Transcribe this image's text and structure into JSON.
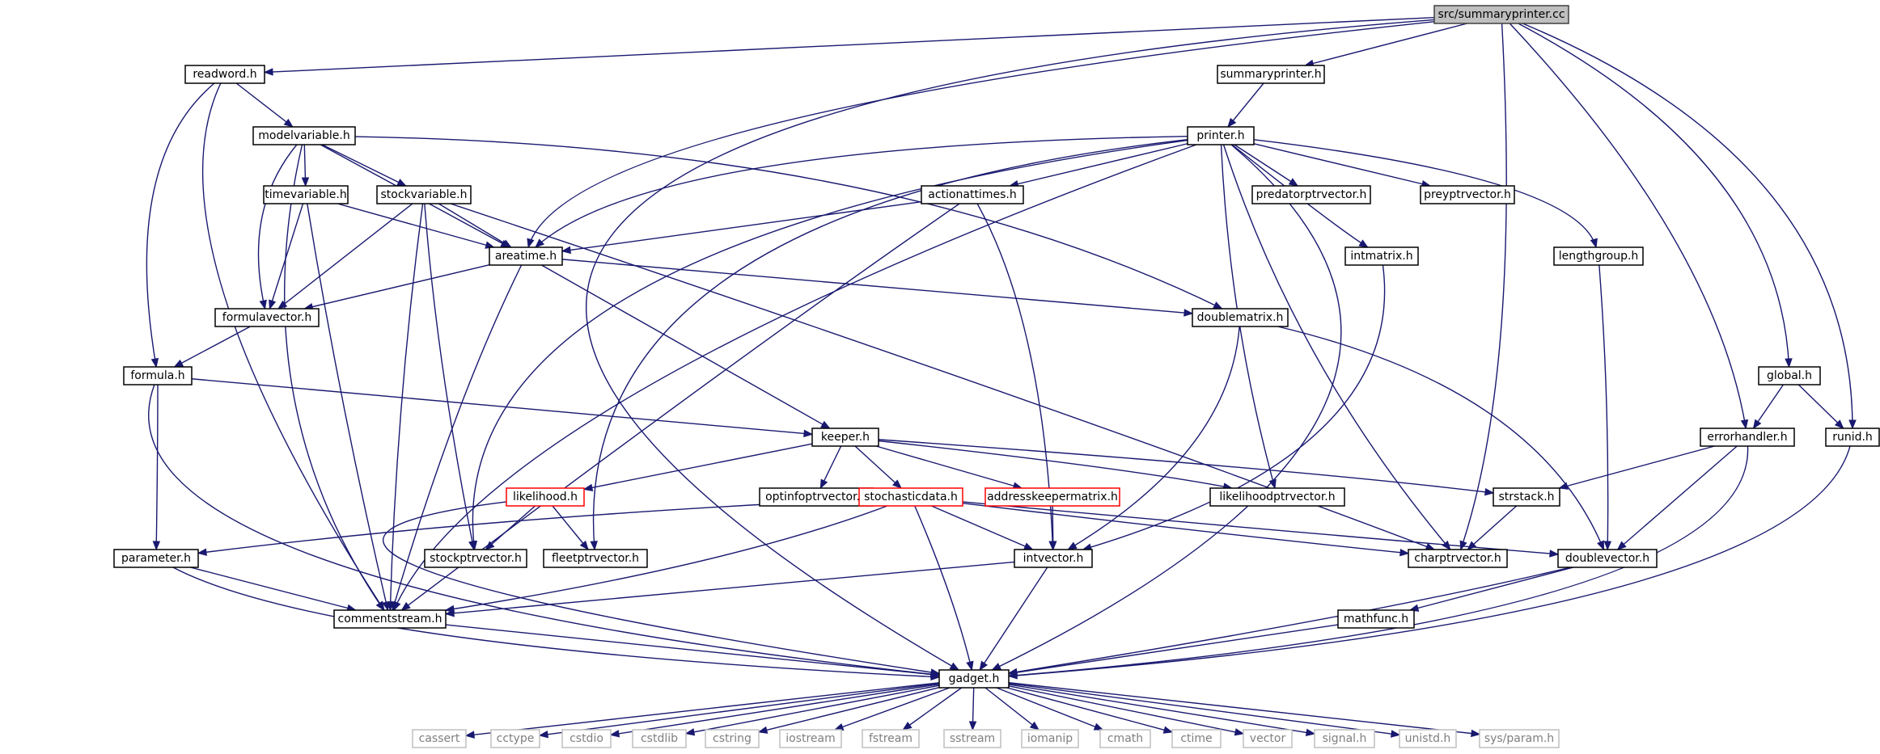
{
  "colors": {
    "edge": "#191970",
    "node_border": "#000000",
    "root_fill": "#bfbfbf",
    "highlight_border": "#ff0000",
    "external_border": "#bfbfbf",
    "external_text": "#7f7f7f"
  },
  "nodes": [
    {
      "id": "summaryprinter_cc",
      "label": "src/summaryprinter.cc",
      "kind": "root"
    },
    {
      "id": "readword",
      "label": "readword.h",
      "kind": "normal"
    },
    {
      "id": "summaryprinter_h",
      "label": "summaryprinter.h",
      "kind": "normal"
    },
    {
      "id": "modelvariable",
      "label": "modelvariable.h",
      "kind": "normal"
    },
    {
      "id": "printer",
      "label": "printer.h",
      "kind": "normal"
    },
    {
      "id": "timevariable",
      "label": "timevariable.h",
      "kind": "normal"
    },
    {
      "id": "stockvariable",
      "label": "stockvariable.h",
      "kind": "normal"
    },
    {
      "id": "actionattimes",
      "label": "actionattimes.h",
      "kind": "normal"
    },
    {
      "id": "predatorptrvector",
      "label": "predatorptrvector.h",
      "kind": "normal"
    },
    {
      "id": "preyptrvector",
      "label": "preyptrvector.h",
      "kind": "normal"
    },
    {
      "id": "areatime",
      "label": "areatime.h",
      "kind": "normal"
    },
    {
      "id": "intmatrix",
      "label": "intmatrix.h",
      "kind": "normal"
    },
    {
      "id": "lengthgroup",
      "label": "lengthgroup.h",
      "kind": "normal"
    },
    {
      "id": "formulavector",
      "label": "formulavector.h",
      "kind": "normal"
    },
    {
      "id": "doublematrix",
      "label": "doublematrix.h",
      "kind": "normal"
    },
    {
      "id": "formula",
      "label": "formula.h",
      "kind": "normal"
    },
    {
      "id": "global",
      "label": "global.h",
      "kind": "normal"
    },
    {
      "id": "keeper",
      "label": "keeper.h",
      "kind": "normal"
    },
    {
      "id": "errorhandler",
      "label": "errorhandler.h",
      "kind": "normal"
    },
    {
      "id": "runid",
      "label": "runid.h",
      "kind": "normal"
    },
    {
      "id": "likelihood",
      "label": "likelihood.h",
      "kind": "red"
    },
    {
      "id": "optinfoptrvector",
      "label": "optinfoptrvector.h",
      "kind": "normal"
    },
    {
      "id": "stochasticdata",
      "label": "stochasticdata.h",
      "kind": "red"
    },
    {
      "id": "addresskeepermatrix",
      "label": "addresskeepermatrix.h",
      "kind": "red"
    },
    {
      "id": "likelihoodptrvector",
      "label": "likelihoodptrvector.h",
      "kind": "normal"
    },
    {
      "id": "strstack",
      "label": "strstack.h",
      "kind": "normal"
    },
    {
      "id": "parameter",
      "label": "parameter.h",
      "kind": "normal"
    },
    {
      "id": "stockptrvector",
      "label": "stockptrvector.h",
      "kind": "normal"
    },
    {
      "id": "fleetptrvector",
      "label": "fleetptrvector.h",
      "kind": "normal"
    },
    {
      "id": "intvector",
      "label": "intvector.h",
      "kind": "normal"
    },
    {
      "id": "charptrvector",
      "label": "charptrvector.h",
      "kind": "normal"
    },
    {
      "id": "doublevector",
      "label": "doublevector.h",
      "kind": "normal"
    },
    {
      "id": "commentstream",
      "label": "commentstream.h",
      "kind": "normal"
    },
    {
      "id": "mathfunc",
      "label": "mathfunc.h",
      "kind": "normal"
    },
    {
      "id": "gadget",
      "label": "gadget.h",
      "kind": "normal"
    },
    {
      "id": "cassert",
      "label": "cassert",
      "kind": "ext"
    },
    {
      "id": "cctype",
      "label": "cctype",
      "kind": "ext"
    },
    {
      "id": "cstdio",
      "label": "cstdio",
      "kind": "ext"
    },
    {
      "id": "cstdlib",
      "label": "cstdlib",
      "kind": "ext"
    },
    {
      "id": "cstring",
      "label": "cstring",
      "kind": "ext"
    },
    {
      "id": "iostream",
      "label": "iostream",
      "kind": "ext"
    },
    {
      "id": "fstream",
      "label": "fstream",
      "kind": "ext"
    },
    {
      "id": "sstream",
      "label": "sstream",
      "kind": "ext"
    },
    {
      "id": "iomanip",
      "label": "iomanip",
      "kind": "ext"
    },
    {
      "id": "cmath",
      "label": "cmath",
      "kind": "ext"
    },
    {
      "id": "ctime",
      "label": "ctime",
      "kind": "ext"
    },
    {
      "id": "vector",
      "label": "vector",
      "kind": "ext"
    },
    {
      "id": "signal",
      "label": "signal.h",
      "kind": "ext"
    },
    {
      "id": "unistd",
      "label": "unistd.h",
      "kind": "ext"
    },
    {
      "id": "sysparam",
      "label": "sys/param.h",
      "kind": "ext"
    }
  ],
  "edges": [
    [
      "summaryprinter_cc",
      "readword"
    ],
    [
      "summaryprinter_cc",
      "summaryprinter_h"
    ],
    [
      "summaryprinter_cc",
      "areatime"
    ],
    [
      "summaryprinter_cc",
      "charptrvector"
    ],
    [
      "summaryprinter_cc",
      "errorhandler"
    ],
    [
      "summaryprinter_cc",
      "global"
    ],
    [
      "summaryprinter_cc",
      "runid"
    ],
    [
      "summaryprinter_cc",
      "gadget"
    ],
    [
      "readword",
      "modelvariable"
    ],
    [
      "readword",
      "formula"
    ],
    [
      "readword",
      "commentstream"
    ],
    [
      "summaryprinter_h",
      "printer"
    ],
    [
      "modelvariable",
      "timevariable"
    ],
    [
      "modelvariable",
      "stockvariable"
    ],
    [
      "modelvariable",
      "areatime"
    ],
    [
      "modelvariable",
      "formulavector"
    ],
    [
      "modelvariable",
      "doublematrix"
    ],
    [
      "modelvariable",
      "commentstream"
    ],
    [
      "printer",
      "actionattimes"
    ],
    [
      "printer",
      "predatorptrvector"
    ],
    [
      "printer",
      "preyptrvector"
    ],
    [
      "printer",
      "areatime"
    ],
    [
      "printer",
      "intmatrix"
    ],
    [
      "printer",
      "lengthgroup"
    ],
    [
      "printer",
      "likelihoodptrvector"
    ],
    [
      "printer",
      "stockptrvector"
    ],
    [
      "printer",
      "fleetptrvector"
    ],
    [
      "printer",
      "charptrvector"
    ],
    [
      "printer",
      "commentstream"
    ],
    [
      "printer",
      "gadget"
    ],
    [
      "timevariable",
      "areatime"
    ],
    [
      "timevariable",
      "formulavector"
    ],
    [
      "timevariable",
      "commentstream"
    ],
    [
      "stockvariable",
      "areatime"
    ],
    [
      "stockvariable",
      "formulavector"
    ],
    [
      "stockvariable",
      "stockptrvector"
    ],
    [
      "stockvariable",
      "charptrvector"
    ],
    [
      "stockvariable",
      "commentstream"
    ],
    [
      "actionattimes",
      "areatime"
    ],
    [
      "actionattimes",
      "intvector"
    ],
    [
      "actionattimes",
      "commentstream"
    ],
    [
      "areatime",
      "formulavector"
    ],
    [
      "areatime",
      "doublematrix"
    ],
    [
      "areatime",
      "keeper"
    ],
    [
      "areatime",
      "commentstream"
    ],
    [
      "intmatrix",
      "intvector"
    ],
    [
      "lengthgroup",
      "doublevector"
    ],
    [
      "formulavector",
      "formula"
    ],
    [
      "doublematrix",
      "intvector"
    ],
    [
      "doublematrix",
      "doublevector"
    ],
    [
      "formula",
      "keeper"
    ],
    [
      "formula",
      "parameter"
    ],
    [
      "formula",
      "gadget"
    ],
    [
      "global",
      "errorhandler"
    ],
    [
      "global",
      "runid"
    ],
    [
      "keeper",
      "likelihood"
    ],
    [
      "keeper",
      "optinfoptrvector"
    ],
    [
      "keeper",
      "stochasticdata"
    ],
    [
      "keeper",
      "addresskeepermatrix"
    ],
    [
      "keeper",
      "likelihoodptrvector"
    ],
    [
      "keeper",
      "strstack"
    ],
    [
      "errorhandler",
      "strstack"
    ],
    [
      "errorhandler",
      "doublevector"
    ],
    [
      "errorhandler",
      "gadget"
    ],
    [
      "runid",
      "gadget"
    ],
    [
      "likelihood",
      "stockptrvector"
    ],
    [
      "likelihood",
      "fleetptrvector"
    ],
    [
      "likelihood",
      "gadget"
    ],
    [
      "stochasticdata",
      "parameter"
    ],
    [
      "stochasticdata",
      "intvector"
    ],
    [
      "stochasticdata",
      "charptrvector"
    ],
    [
      "stochasticdata",
      "doublevector"
    ],
    [
      "stochasticdata",
      "commentstream"
    ],
    [
      "stochasticdata",
      "gadget"
    ],
    [
      "addresskeepermatrix",
      "intvector"
    ],
    [
      "strstack",
      "charptrvector"
    ],
    [
      "parameter",
      "commentstream"
    ],
    [
      "parameter",
      "gadget"
    ],
    [
      "intvector",
      "commentstream"
    ],
    [
      "intvector",
      "gadget"
    ],
    [
      "doublevector",
      "mathfunc"
    ],
    [
      "doublevector",
      "gadget"
    ],
    [
      "commentstream",
      "gadget"
    ],
    [
      "mathfunc",
      "gadget"
    ],
    [
      "gadget",
      "cassert"
    ],
    [
      "gadget",
      "cctype"
    ],
    [
      "gadget",
      "cstdio"
    ],
    [
      "gadget",
      "cstdlib"
    ],
    [
      "gadget",
      "cstring"
    ],
    [
      "gadget",
      "iostream"
    ],
    [
      "gadget",
      "fstream"
    ],
    [
      "gadget",
      "sstream"
    ],
    [
      "gadget",
      "iomanip"
    ],
    [
      "gadget",
      "cmath"
    ],
    [
      "gadget",
      "ctime"
    ],
    [
      "gadget",
      "vector"
    ],
    [
      "gadget",
      "signal"
    ],
    [
      "gadget",
      "unistd"
    ],
    [
      "gadget",
      "sysparam"
    ]
  ]
}
